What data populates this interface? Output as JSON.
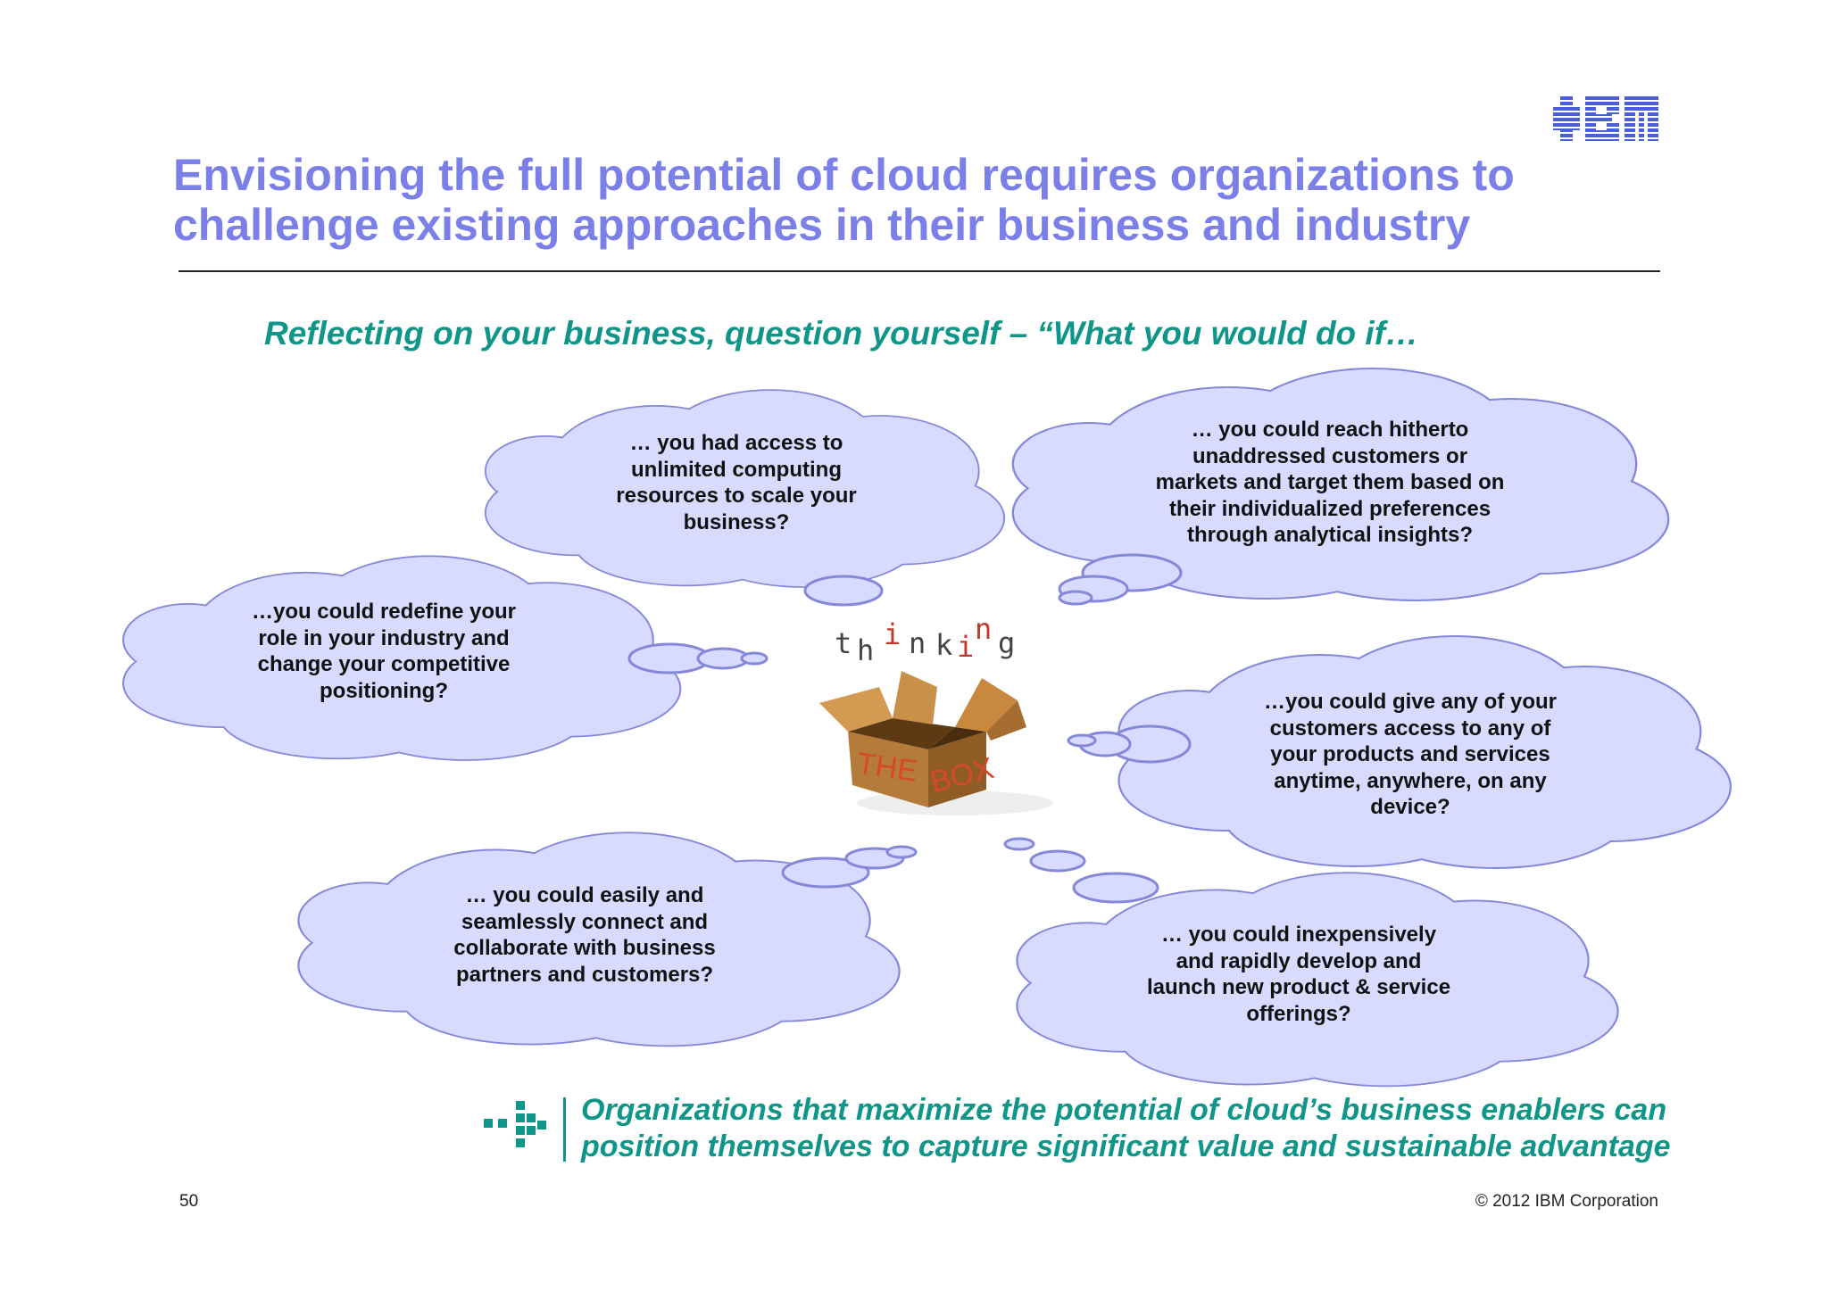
{
  "header": {
    "logo_text": "IBM",
    "title_lines": [
      "Envisioning the full potential of cloud requires organizations to",
      "challenge existing approaches in their business and industry"
    ]
  },
  "subtitle": "Reflecting on your business, question yourself – “What you would do if…",
  "center_graphic": {
    "word": "thinking",
    "letters": [
      "t",
      "h",
      "i",
      "n",
      "k",
      "i",
      "n",
      "g"
    ],
    "box_label_1": "THE",
    "box_label_2": "BOX"
  },
  "clouds": [
    {
      "lines": [
        "… you had access to",
        "unlimited computing",
        "resources to scale your",
        "business?"
      ]
    },
    {
      "lines": [
        "… you could reach hitherto",
        "unaddressed customers or",
        "markets and target them based on",
        "their individualized preferences",
        "through analytical insights?"
      ]
    },
    {
      "lines": [
        "…you could redefine your",
        "role in your industry and",
        "change your competitive",
        "positioning?"
      ]
    },
    {
      "lines": [
        "…you could give any of your",
        "customers access to any of",
        "your products and services",
        "anytime, anywhere, on any",
        "device?"
      ]
    },
    {
      "lines": [
        "… you could easily and",
        "seamlessly connect and",
        "collaborate with business",
        "partners and customers?"
      ]
    },
    {
      "lines": [
        "… you could inexpensively",
        "and rapidly develop and",
        "launch new product & service",
        "offerings?"
      ]
    }
  ],
  "conclusion_lines": [
    "Organizations that maximize the potential of cloud’s business enablers can",
    "position themselves to capture significant value and sustainable advantage"
  ],
  "footer": {
    "page_number": "50",
    "copyright": "© 2012 IBM Corporation"
  },
  "colors": {
    "title": "#7b7fe8",
    "accent_teal": "#0f9688",
    "cloud_fill": "#d9daff",
    "cloud_stroke": "#8488d8",
    "ibm_blue": "#4b60d8",
    "box_brown": "#b57b3a",
    "thinking_red": "#c0392b",
    "thinking_dark": "#444444"
  }
}
